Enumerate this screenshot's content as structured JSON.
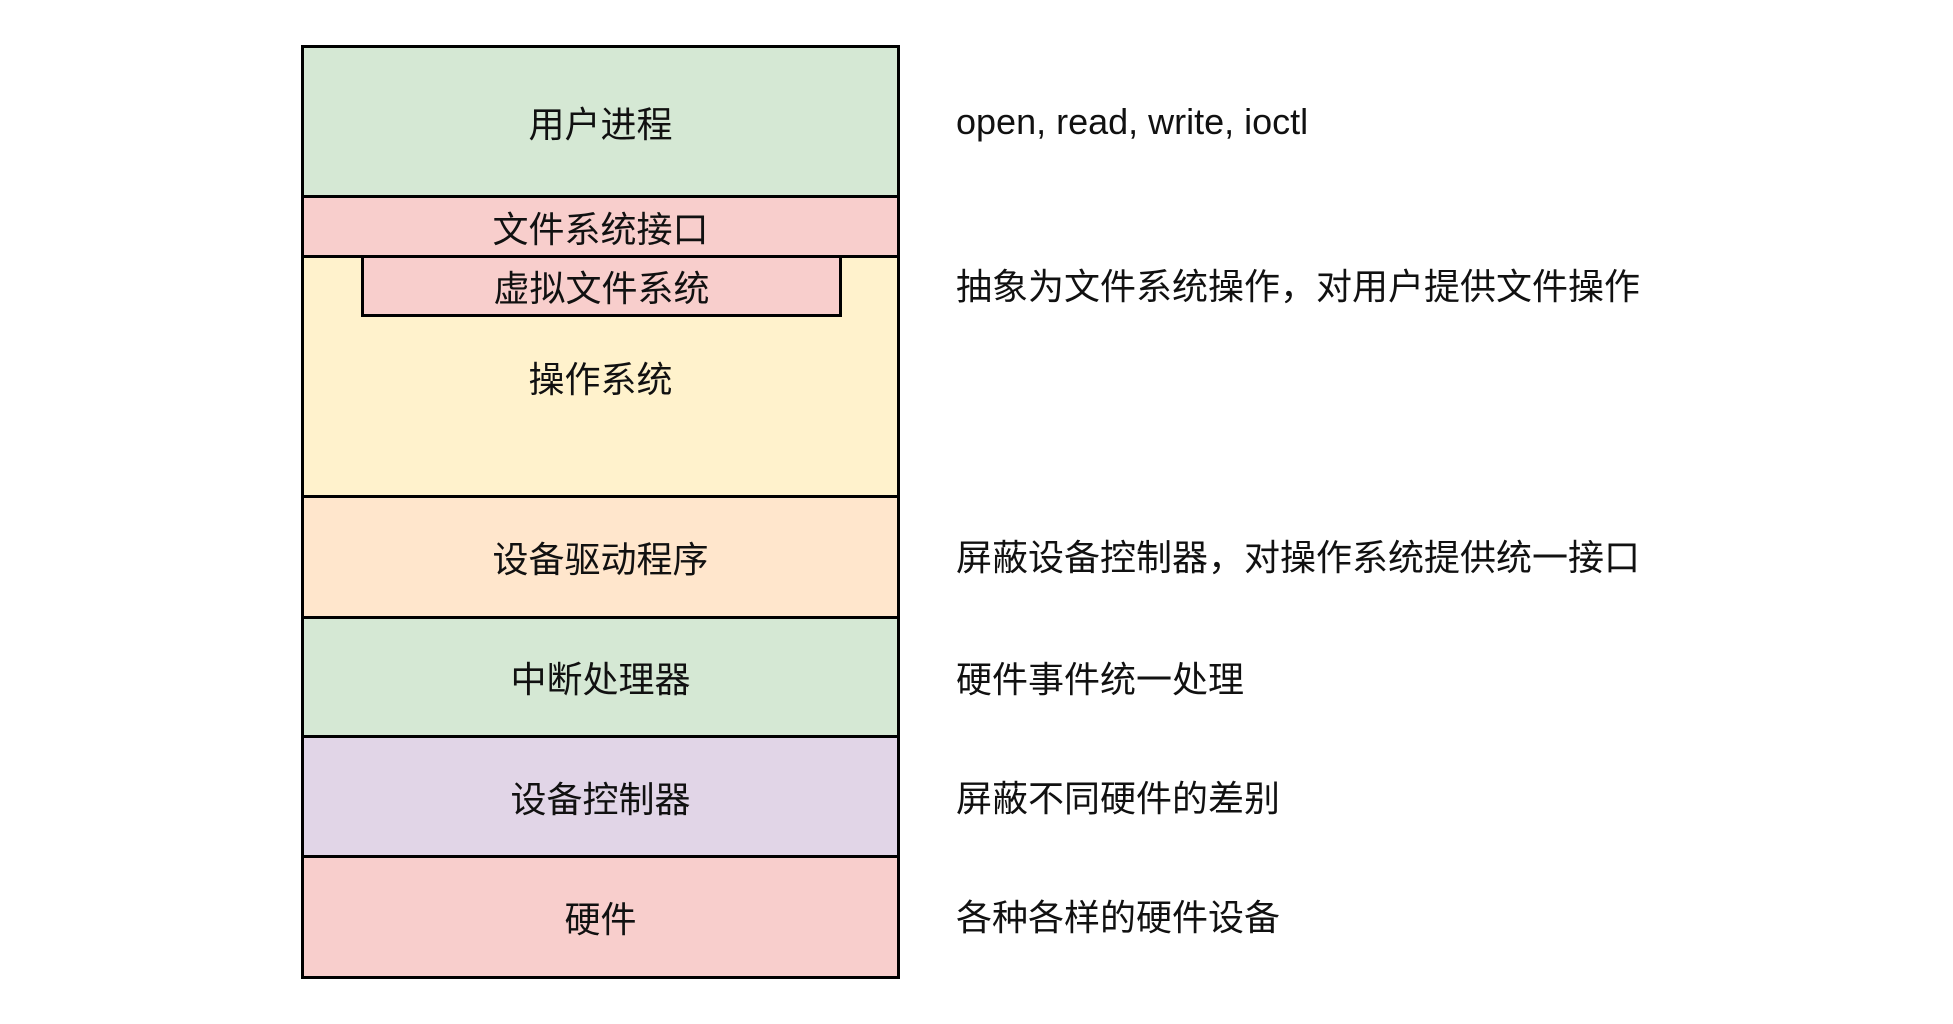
{
  "diagram": {
    "title": "io-software-layers",
    "border_color": "#000000",
    "background": "#ffffff",
    "layers": [
      {
        "id": "user-process",
        "label": "用户进程",
        "color": "#d5e8d4"
      },
      {
        "id": "fs-interface",
        "label": "文件系统接口",
        "color": "#f8cecc"
      },
      {
        "id": "operating-system",
        "label": "操作系统",
        "color": "#fff2cc",
        "nested": {
          "id": "virtual-file-system",
          "label": "虚拟文件系统",
          "color": "#f8cecc"
        }
      },
      {
        "id": "device-driver",
        "label": "设备驱动程序",
        "color": "#ffe6cc"
      },
      {
        "id": "interrupt-handler",
        "label": "中断处理器",
        "color": "#d5e8d4"
      },
      {
        "id": "device-controller",
        "label": "设备控制器",
        "color": "#e1d5e7"
      },
      {
        "id": "hardware",
        "label": "硬件",
        "color": "#f8cecc"
      }
    ]
  },
  "annotations": [
    {
      "for": "user-process",
      "text": "open, read, write, ioctl"
    },
    {
      "for": "virtual-file-system",
      "text": "抽象为文件系统操作，对用户提供文件操作"
    },
    {
      "for": "device-driver",
      "text": "屏蔽设备控制器，对操作系统提供统一接口"
    },
    {
      "for": "interrupt-handler",
      "text": "硬件事件统一处理"
    },
    {
      "for": "device-controller",
      "text": "屏蔽不同硬件的差别"
    },
    {
      "for": "hardware",
      "text": "各种各样的硬件设备"
    }
  ]
}
